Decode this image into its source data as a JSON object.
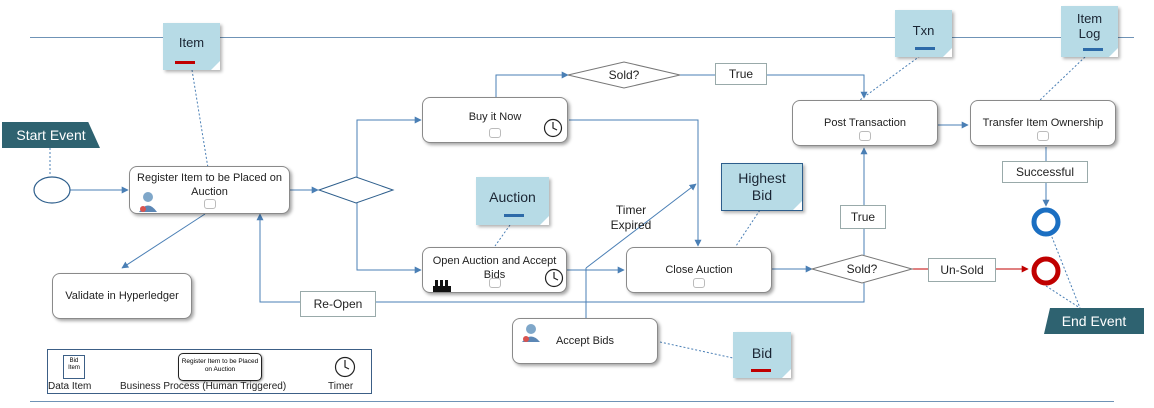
{
  "flags": {
    "start": "Start Event",
    "end": "End Event"
  },
  "tasks": {
    "register": "Register Item to be Placed on Auction",
    "validate": "Validate in Hyperledger",
    "buy_now": "Buy it Now",
    "open_auction": "Open Auction and Accept Bids",
    "close_auction": "Close Auction",
    "accept_bids": "Accept Bids",
    "post_txn": "Post Transaction",
    "transfer": "Transfer Item Ownership"
  },
  "data_items": {
    "item": "Item",
    "txn": "Txn",
    "item_log": "Item Log",
    "auction": "Auction",
    "highest_bid": "Highest Bid",
    "bid": "Bid"
  },
  "gateways": {
    "sold_top": "Sold?",
    "sold_bottom": "Sold?"
  },
  "edge_labels": {
    "true_top": "True",
    "true_right": "True",
    "successful": "Successful",
    "unsold": "Un-Sold",
    "reopen": "Re-Open",
    "timer_expired": "Timer Expired"
  },
  "legend": {
    "data_item": "Data Item",
    "data_item_icon_text": "Bid Item",
    "business_process": "Business Process (Human Triggered)",
    "bp_icon_text": "Register Item to be Placed on Auction",
    "timer": "Timer"
  }
}
